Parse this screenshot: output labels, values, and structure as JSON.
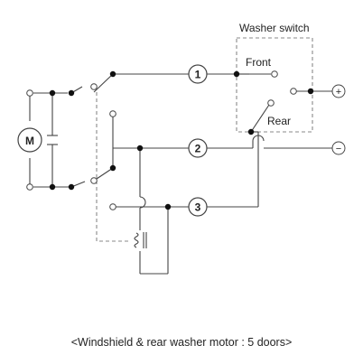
{
  "diagram": {
    "washer_switch_label": "Washer switch",
    "front_label": "Front",
    "rear_label": "Rear",
    "motor_label": "M",
    "connectors": [
      "1",
      "2",
      "3"
    ],
    "plus_symbol": "+",
    "minus_symbol": "−",
    "colors": {
      "line": "#444444",
      "dash": "#888888"
    }
  },
  "caption": "<Windshield & rear washer motor : 5 doors>"
}
